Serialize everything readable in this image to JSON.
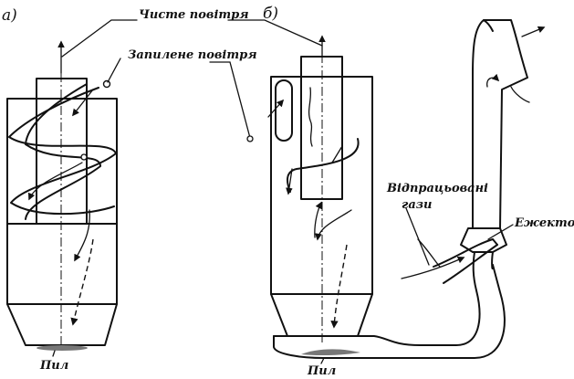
{
  "labels": {
    "panel_a": "а)",
    "panel_b": "б)",
    "clean_air": "Чисте повітря",
    "dusty_air": "Запилене повітря",
    "exhaust_gases": "Відпрацьовані",
    "exhaust_gases_2": "гази",
    "ejector": "Ежектор",
    "dust_a": "Пил",
    "dust_b": "Пил"
  }
}
